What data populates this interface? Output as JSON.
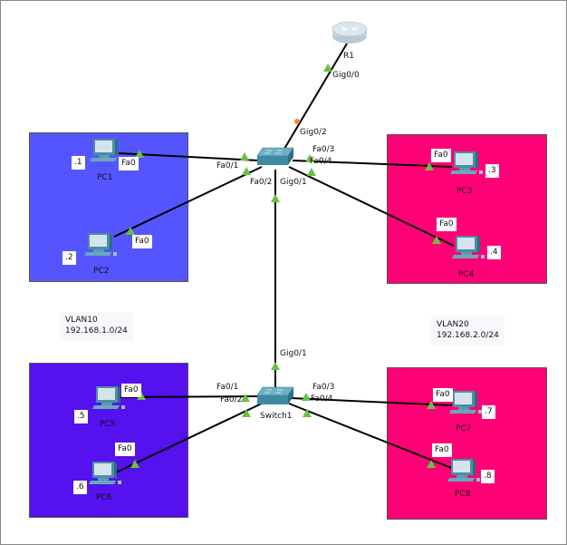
{
  "diagram": {
    "zone_colors": {
      "vlan10_top": "#5555ff",
      "vlan20_top": "#ff0077",
      "vlan10_bottom": "#5511ee",
      "vlan20_bottom": "#ff0077"
    },
    "link_color": "#000000",
    "port_up_color": "#6abf45",
    "port_pending_color": "#f0883a",
    "devices": {
      "router": {
        "name": "R1",
        "icon": "router-icon"
      },
      "switch0": {
        "name": "",
        "icon": "switch-icon"
      },
      "switch1": {
        "name": "Switch1",
        "icon": "switch-icon"
      },
      "pc1": {
        "name": "PC1",
        "ip_suffix": ".1",
        "port": "Fa0"
      },
      "pc2": {
        "name": "PC2",
        "ip_suffix": ".2",
        "port": "Fa0"
      },
      "pc3": {
        "name": "PC3",
        "ip_suffix": ".3",
        "port": "Fa0"
      },
      "pc4": {
        "name": "PC4",
        "ip_suffix": ".4",
        "port": "Fa0"
      },
      "pc5": {
        "name": "PC5",
        "ip_suffix": ".5",
        "port": "Fa0"
      },
      "pc6": {
        "name": "PC6",
        "ip_suffix": ".6",
        "port": "Fa0"
      },
      "pc7": {
        "name": "PC7",
        "ip_suffix": ".7",
        "port": "Fa0"
      },
      "pc8": {
        "name": "PC8",
        "ip_suffix": ".8",
        "port": "Fa0"
      }
    },
    "port_labels": {
      "r1_gig0_0": "Gig0/0",
      "sw0_gig0_2": "Gig0/2",
      "sw0_fa0_1": "Fa0/1",
      "sw0_fa0_2": "Fa0/2",
      "sw0_fa0_3": "Fa0/3",
      "sw0_fa0_4": "Fa0/4",
      "sw0_gig0_1": "Gig0/1",
      "sw1_gig0_1": "Gig0/1",
      "sw1_fa0_1": "Fa0/1",
      "sw1_fa0_2": "Fa0/2",
      "sw1_fa0_3": "Fa0/3",
      "sw1_fa0_4": "Fa0/4"
    },
    "notes": {
      "vlan10": {
        "line1": "VLAN10",
        "line2": "192.168.1.0/24"
      },
      "vlan20": {
        "line1": "VLAN20",
        "line2": "192.168.2.0/24"
      }
    }
  }
}
